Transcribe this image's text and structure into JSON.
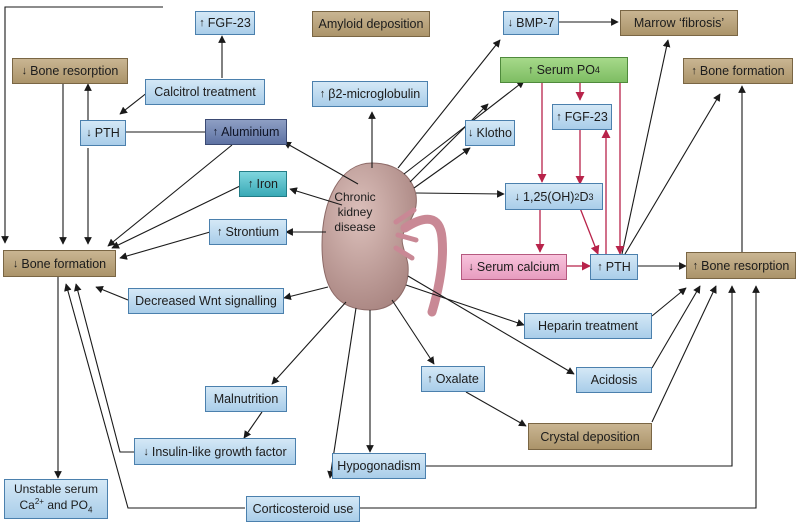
{
  "diagram": {
    "center": {
      "line1": "Chronic",
      "line2": "kidney",
      "line3": "disease"
    },
    "boxes": {
      "fgf23_top": {
        "arrow": "↑",
        "text": "FGF-23"
      },
      "amyloid": {
        "arrow": "",
        "text": "Amyloid deposition"
      },
      "bmp7": {
        "arrow": "↓",
        "text": "BMP-7"
      },
      "marrow": {
        "arrow": "",
        "text": "Marrow ‘fibrosis’"
      },
      "bone_resorption_l": {
        "arrow": "↓",
        "text": "Bone resorption"
      },
      "calcitrol": {
        "arrow": "",
        "text": "Calcitrol treatment"
      },
      "b2m": {
        "arrow": "↑",
        "text": "β2-microglobulin"
      },
      "serum_po4": {
        "arrow": "↑",
        "text": "Serum PO",
        "sub": "4"
      },
      "bone_formation_r": {
        "arrow": "↑",
        "text": "Bone formation"
      },
      "pth_l": {
        "arrow": "↓",
        "text": "PTH"
      },
      "aluminium": {
        "arrow": "↑",
        "text": "Aluminium"
      },
      "klotho": {
        "arrow": "↓",
        "text": "Klotho"
      },
      "fgf23_mid": {
        "arrow": "↑",
        "text": "FGF-23"
      },
      "iron": {
        "arrow": "↑",
        "text": "Iron"
      },
      "vitd": {
        "arrow": "↓",
        "text": "1,25(OH)",
        "sub1": "2",
        "mid": "D",
        "sub2": "3"
      },
      "strontium": {
        "arrow": "↑",
        "text": "Strontium"
      },
      "bone_formation_l": {
        "arrow": "↓",
        "text": "Bone formation"
      },
      "serum_calcium": {
        "arrow": "↓",
        "text": "Serum calcium"
      },
      "pth_r": {
        "arrow": "↑",
        "text": "PTH"
      },
      "bone_resorption_r": {
        "arrow": "↑",
        "text": "Bone resorption"
      },
      "wnt": {
        "arrow": "",
        "text": "Decreased Wnt signalling"
      },
      "heparin": {
        "arrow": "",
        "text": "Heparin treatment"
      },
      "oxalate": {
        "arrow": "↑",
        "text": "Oxalate"
      },
      "acidosis": {
        "arrow": "",
        "text": "Acidosis"
      },
      "malnutrition": {
        "arrow": "",
        "text": "Malnutrition"
      },
      "crystal": {
        "arrow": "",
        "text": "Crystal deposition"
      },
      "igf": {
        "arrow": "↓",
        "text": "Insulin-like growth factor"
      },
      "hypogonadism": {
        "arrow": "",
        "text": "Hypogonadism"
      },
      "unstable": {
        "arrow": "",
        "line1": "Unstable serum",
        "line2_pre": "Ca",
        "sup": "2+",
        "line2_post": " and PO",
        "sub": "4"
      },
      "corticosteroid": {
        "arrow": "",
        "text": "Corticosteroid use"
      }
    },
    "colors": {
      "black_arrow": "#1a1a1a",
      "red_arrow": "#b8234a",
      "blue_box": "#a9cde9",
      "brown_box": "#ab946a",
      "green_box": "#7ebd63",
      "pink_box": "#e79cbf",
      "kidney": "#c7a3a0"
    }
  }
}
